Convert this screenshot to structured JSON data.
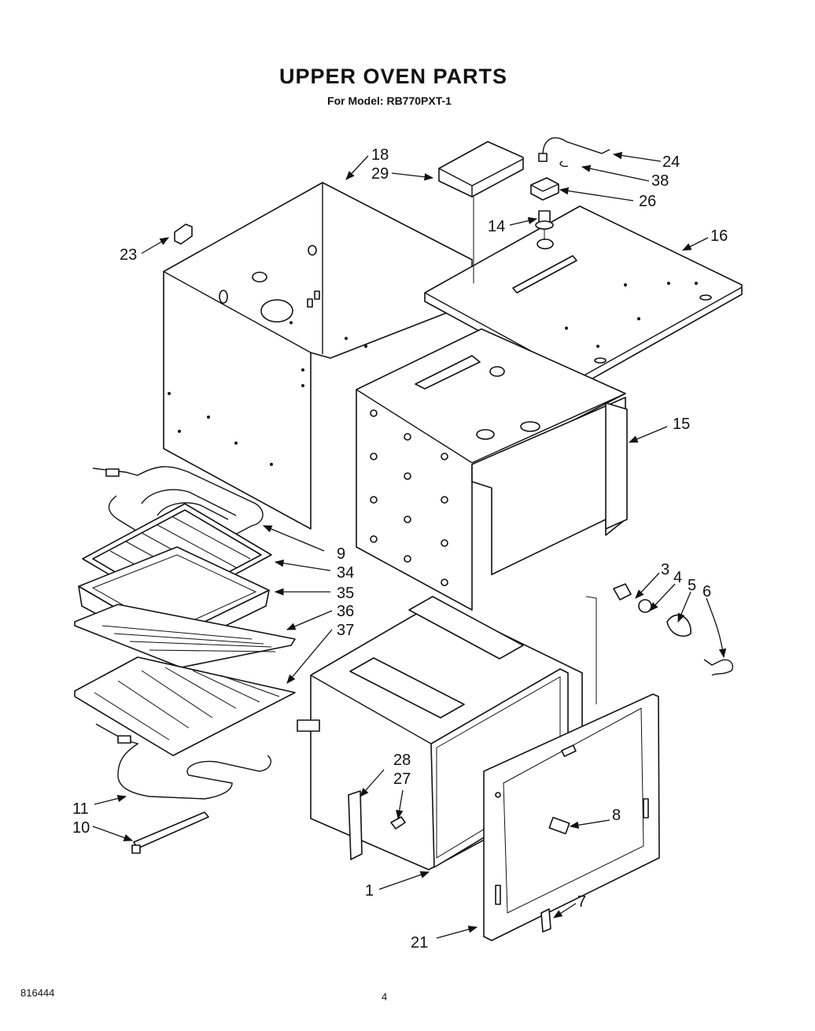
{
  "header": {
    "title": "UPPER OVEN PARTS",
    "subtitle": "For Model: RB770PXT-1"
  },
  "footer": {
    "doc_number": "816444",
    "page_number": "4"
  },
  "callouts": [
    "1",
    "3",
    "4",
    "5",
    "6",
    "7",
    "8",
    "9",
    "10",
    "11",
    "14",
    "15",
    "16",
    "18",
    "21",
    "23",
    "24",
    "26",
    "27",
    "28",
    "29",
    "34",
    "35",
    "36",
    "37",
    "38"
  ]
}
